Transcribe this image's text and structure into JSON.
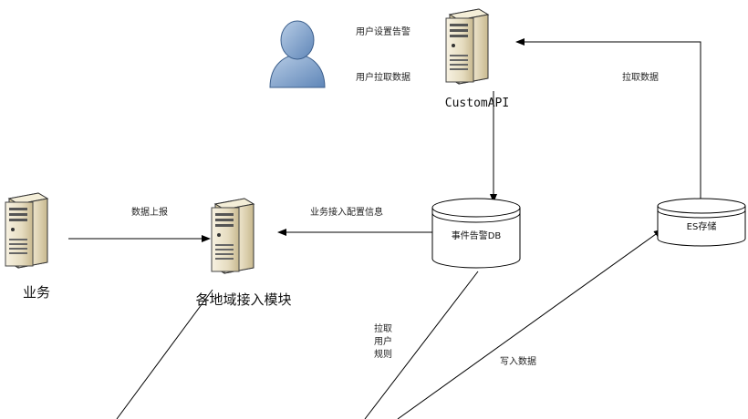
{
  "nodes": {
    "custom_api": "CustomAPI",
    "business": "业务",
    "region_access": "各地域接入模块",
    "event_alarm_db": "事件告警DB",
    "es_storage": "ES存储"
  },
  "edges": {
    "user_set_alarm": "用户设置告警",
    "user_pull_data": "用户拉取数据",
    "pull_data": "拉取数据",
    "data_report": "数据上报",
    "access_config": "业务接入配置信息",
    "pull_user_rules": [
      "拉取",
      "用户",
      "规则"
    ],
    "write_data": "写入数据"
  }
}
